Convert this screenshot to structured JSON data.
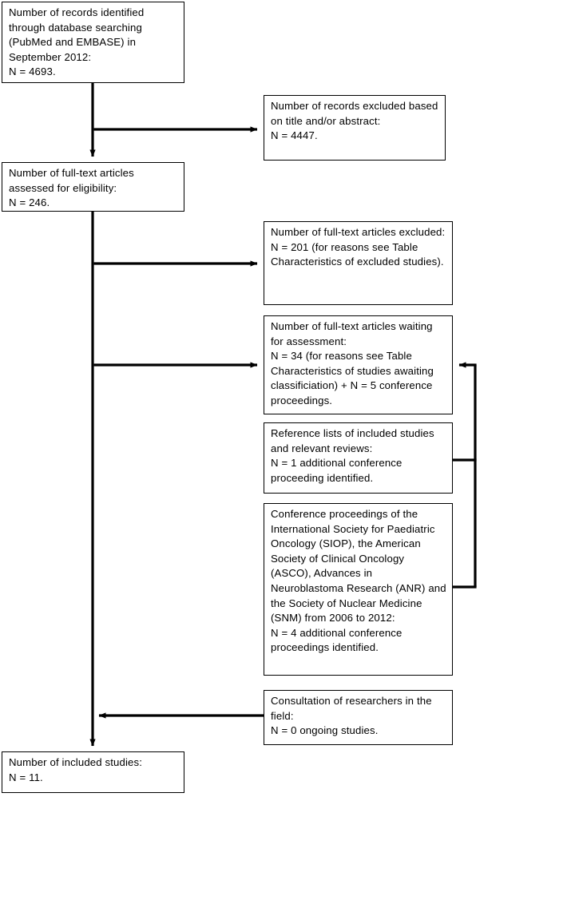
{
  "diagram": {
    "title": "PRISMA study selection flow diagram",
    "line_color": "#000000",
    "box_border_color": "#000000",
    "background_color": "#ffffff",
    "text_color": "#000000"
  },
  "nodes": {
    "identified": {
      "id": "records-identified",
      "text": "Number of records identified through database searching (PubMed and EMBASE) in September 2012:\nN = 4693."
    },
    "excluded_title_abstract": {
      "id": "records-excluded-title-abstract",
      "text": "Number of records excluded based on title and/or abstract:\nN = 4447."
    },
    "fulltext_assessed": {
      "id": "fulltext-articles-assessed",
      "text": "Number of full-text articles assessed for eligibility:\nN = 246."
    },
    "fulltext_excluded": {
      "id": "fulltext-articles-excluded",
      "text": "Number of full-text articles excluded:\nN = 201 (for reasons see Table Characteristics of excluded studies)."
    },
    "fulltext_waiting": {
      "id": "fulltext-articles-waiting",
      "text": "Number of full-text articles waiting for assessment:\nN = 34 (for reasons see Table Characteristics of studies awaiting classificiation) + N = 5 conference proceedings."
    },
    "reference_lists": {
      "id": "reference-lists",
      "text": "Reference lists of included studies and relevant reviews:\nN = 1 additional conference proceeding identified."
    },
    "conference_proceedings": {
      "id": "conference-proceedings",
      "text": "Conference proceedings of the International Society for Paediatric Oncology (SIOP), the American Society of Clinical Oncology (ASCO), Advances in Neuroblastoma Research (ANR) and the Society of Nuclear Medicine (SNM) from 2006 to 2012:\nN = 4 additional conference proceedings identified."
    },
    "consultation": {
      "id": "consultation-researchers",
      "text": "Consultation of researchers in the field:\nN = 0 ongoing studies."
    },
    "included": {
      "id": "included-studies",
      "text": "Number of included studies:\nN = 11."
    }
  },
  "edges": [
    {
      "id": "identified-to-fulltext",
      "from": "identified",
      "to": "fulltext_assessed",
      "direction": "down"
    },
    {
      "id": "identified-to-excluded-title",
      "from": "identified",
      "to": "excluded_title_abstract",
      "direction": "right"
    },
    {
      "id": "fulltext-to-excluded",
      "from": "fulltext_assessed",
      "to": "fulltext_excluded",
      "direction": "right"
    },
    {
      "id": "fulltext-to-waiting",
      "from": "fulltext_assessed",
      "to": "fulltext_waiting",
      "direction": "right"
    },
    {
      "id": "reference-lists-to-waiting",
      "from": "reference_lists",
      "to": "fulltext_waiting",
      "direction": "right-loop"
    },
    {
      "id": "conference-proceedings-to-waiting",
      "from": "conference_proceedings",
      "to": "fulltext_waiting",
      "direction": "right-loop"
    },
    {
      "id": "consultation-to-main",
      "from": "consultation",
      "to": "included",
      "direction": "left"
    },
    {
      "id": "fulltext-to-included",
      "from": "fulltext_assessed",
      "to": "included",
      "direction": "down"
    }
  ]
}
